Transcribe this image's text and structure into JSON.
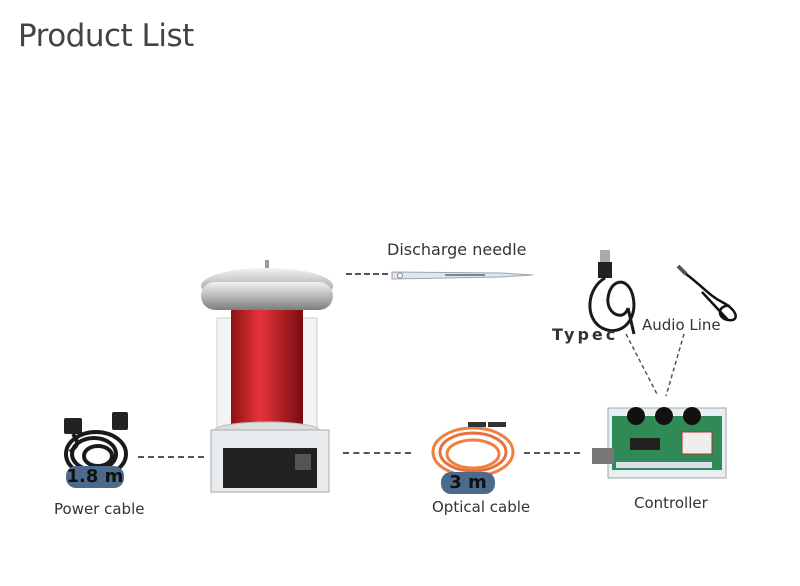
{
  "page": {
    "title": "Product List"
  },
  "items": {
    "discharge_needle": {
      "label": "Discharge needle"
    },
    "typec": {
      "label": "Typec"
    },
    "audio_line": {
      "label": "Audio Line"
    },
    "power_cable": {
      "label": "Power cable",
      "length": "1.8 m"
    },
    "optical_cable": {
      "label": "Optical cable",
      "length": "3 m"
    },
    "controller": {
      "label": "Controller"
    }
  },
  "colors": {
    "coil": "#d8262b",
    "badge": "#4c6a8c",
    "optical": "#f08040",
    "pcb": "#2f8a55"
  }
}
